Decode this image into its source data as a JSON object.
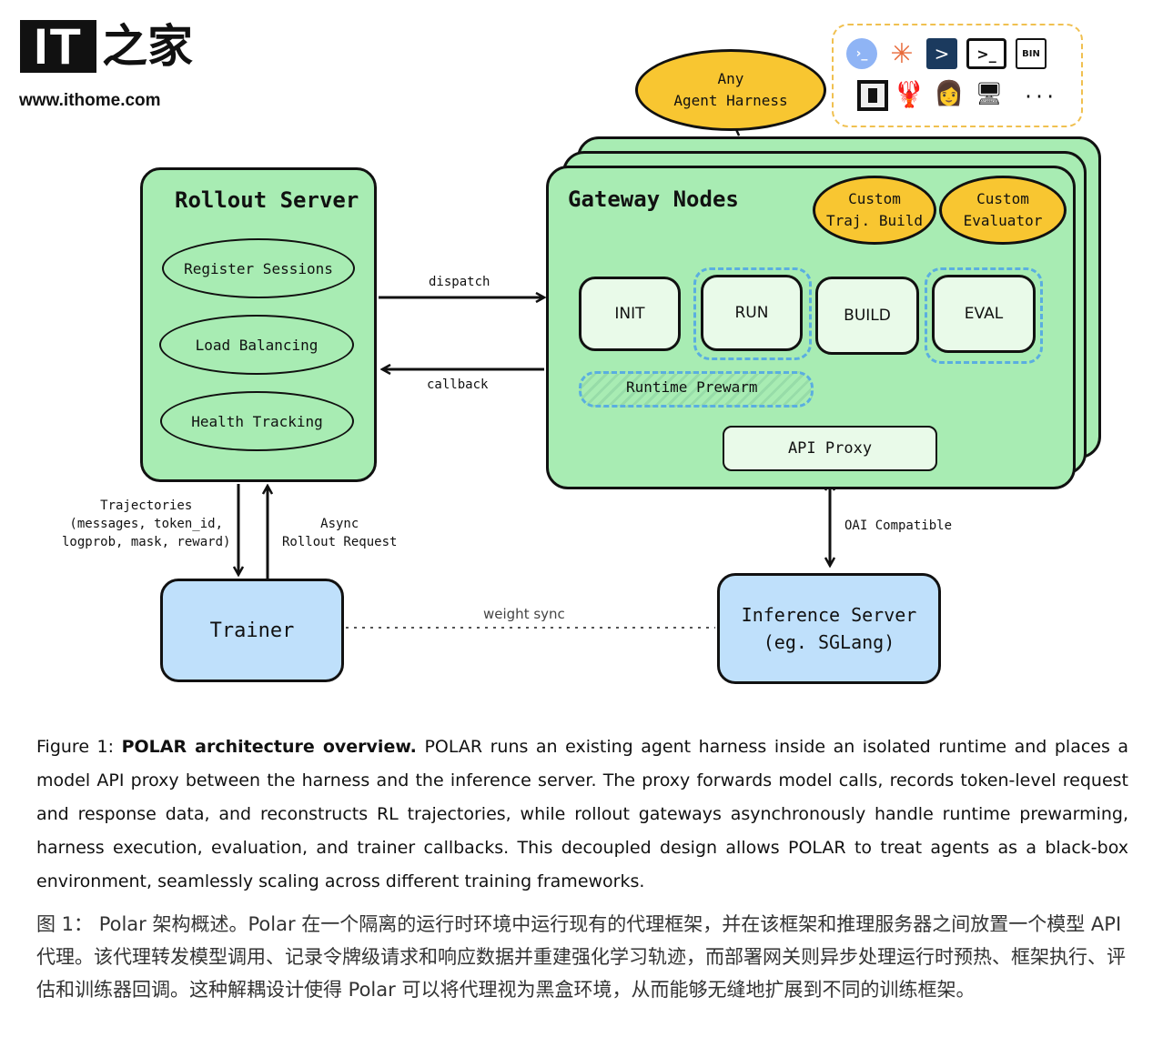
{
  "brand": {
    "logo_text": "IT",
    "logo_zh": "之家",
    "url": "www.ithome.com"
  },
  "diagram": {
    "rollout_server": {
      "title": "Rollout Server",
      "items": [
        "Register Sessions",
        "Load Balancing",
        "Health Tracking"
      ]
    },
    "gateway_nodes": {
      "title": "Gateway Nodes",
      "stages": [
        "INIT",
        "RUN",
        "BUILD",
        "EVAL"
      ],
      "prewarm_label": "Runtime Prewarm",
      "api_proxy_label": "API Proxy"
    },
    "bubbles": {
      "harness": "Any\nAgent Harness",
      "traj_build": "Custom\nTraj. Build",
      "evaluator": "Custom\nEvaluator"
    },
    "edges": {
      "dispatch": "dispatch",
      "callback": "callback",
      "trajectories": "Trajectories\n(messages, token_id,\nlogprob, mask, reward)",
      "async": "Async\nRollout Request",
      "oai": "OAI Compatible",
      "weight_sync": "weight sync"
    },
    "trainer": "Trainer",
    "inference_server": "Inference Server\n(eg. SGLang)",
    "harness_icons": [
      "cloud-agent-icon",
      "asterisk-icon",
      "chevron-terminal-icon",
      "terminal-icon",
      "bin-file-icon",
      "box-icon",
      "lobster-icon",
      "portrait-icon",
      "bot-laptop-icon"
    ],
    "icons_more": "···"
  },
  "caption": {
    "figure_label": "Figure 1:",
    "figure_title": "POLAR architecture overview.",
    "body": "POLAR runs an existing agent harness inside an isolated runtime and places a model API proxy between the harness and the inference server. The proxy forwards model calls, records token-level request and response data, and reconstructs RL trajectories, while rollout gateways asynchronously handle runtime prewarming, harness execution, evaluation, and trainer callbacks. This decoupled design allows POLAR to treat agents as a black-box environment, seamlessly scaling across different training frameworks.",
    "zh": "图 1：  Polar 架构概述。Polar 在一个隔离的运行时环境中运行现有的代理框架，并在该框架和推理服务器之间放置一个模型 API 代理。该代理转发模型调用、记录令牌级请求和响应数据并重建强化学习轨迹，而部署网关则异步处理运行时预热、框架执行、评估和训练器回调。这种解耦设计使得 Polar 可以将代理视为黑盒环境，从而能够无缝地扩展到不同的训练框架。"
  }
}
